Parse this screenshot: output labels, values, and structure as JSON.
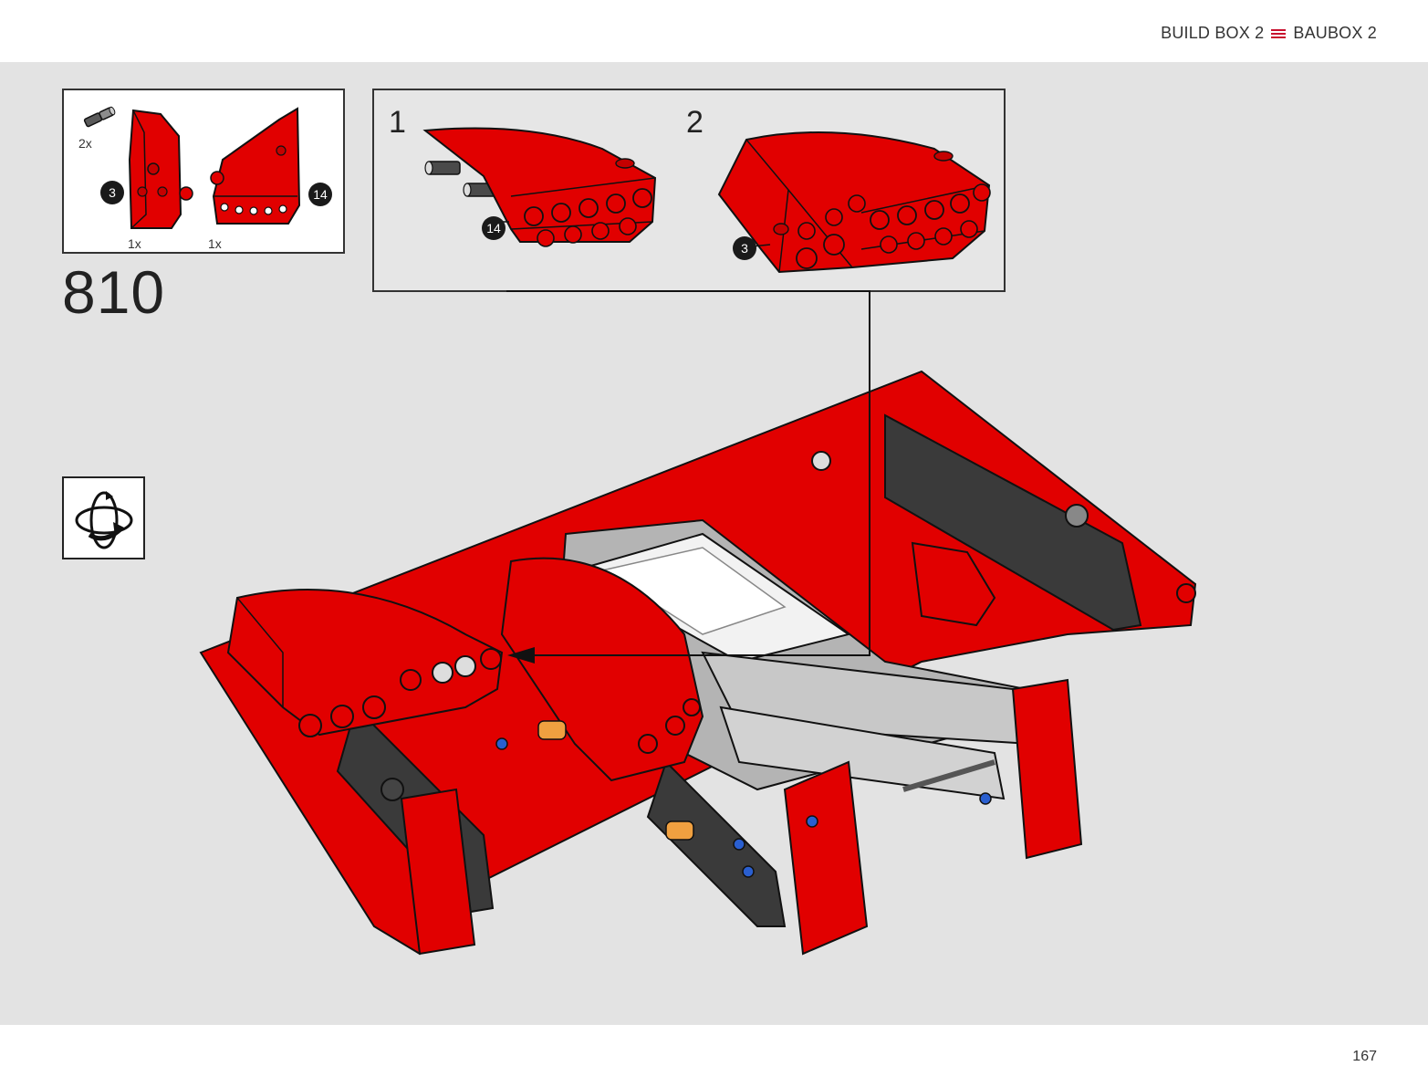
{
  "header": {
    "label_en": "BUILD BOX 2",
    "label_de": "BAUBOX 2",
    "accent_color": "#c8102e"
  },
  "step": {
    "number": "810"
  },
  "parts_list": {
    "items": [
      {
        "name": "pin-with-axle",
        "color": "#5a5a5a",
        "qty": "2x"
      },
      {
        "name": "red-panel-left",
        "color": "#e10000",
        "qty": "1x",
        "callout": "3"
      },
      {
        "name": "red-panel-right",
        "color": "#e10000",
        "qty": "1x",
        "callout": "14"
      }
    ]
  },
  "sub_assembly": {
    "steps": [
      {
        "label": "1",
        "callout": "14"
      },
      {
        "label": "2",
        "callout": "3"
      }
    ]
  },
  "rotate_icon": "rotate-model-icon",
  "colors": {
    "brick_red": "#e10000",
    "frame_gray": "#b4b4b4",
    "dark_gray": "#3a3a3a",
    "background": "#e3e3e3"
  },
  "footer": {
    "page_number": "167"
  }
}
